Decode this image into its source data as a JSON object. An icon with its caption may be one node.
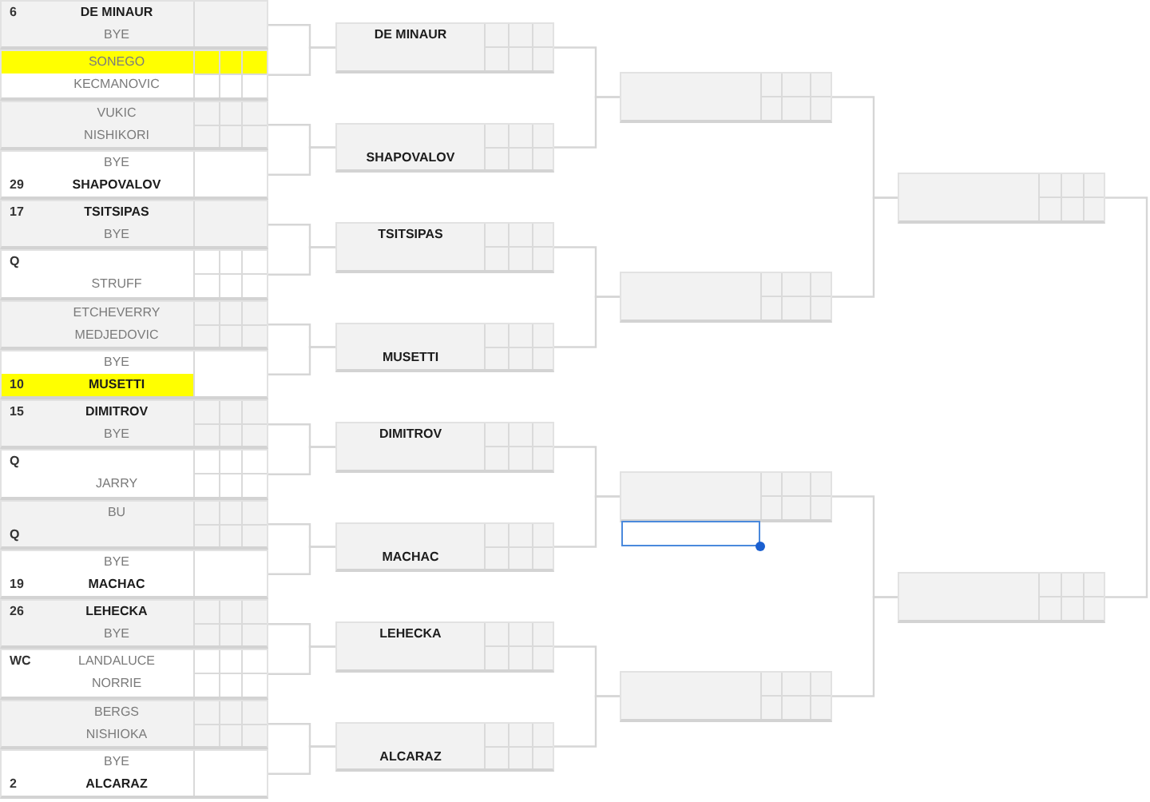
{
  "diagram": {
    "nodes": [
      {
        "text": [
          "6",
          "DE MINAUR",
          "BYE"
        ]
      },
      {
        "text": [
          "SONEGO",
          "KECMANOVIC"
        ]
      },
      {
        "text": [
          "VUKIC",
          "NISHIKORI"
        ]
      },
      {
        "text": [
          "BYE",
          "29",
          "SHAPOVALOV"
        ]
      },
      {
        "text": [
          "17",
          "TSITSIPAS",
          "BYE"
        ]
      },
      {
        "text": [
          "Q",
          "STRUFF"
        ]
      },
      {
        "text": [
          "ETCHEVERRY",
          "MEDJEDOVIC"
        ]
      },
      {
        "text": [
          "BYE",
          "10",
          "MUSETTI"
        ]
      },
      {
        "text": [
          "15",
          "DIMITROV",
          "BYE"
        ]
      },
      {
        "text": [
          "Q",
          "JARRY"
        ]
      },
      {
        "text": [
          "BU",
          "Q"
        ]
      },
      {
        "text": [
          "BYE",
          "19",
          "MACHAC"
        ]
      },
      {
        "text": [
          "26",
          "LEHECKA",
          "BYE"
        ]
      },
      {
        "text": [
          "WC",
          "LANDALUCE",
          "NORRIE"
        ]
      },
      {
        "text": [
          "BERGS",
          "NISHIOKA"
        ]
      },
      {
        "text": [
          "BYE",
          "2",
          "ALCARAZ"
        ]
      },
      {
        "text": [
          "DE MINAUR"
        ]
      },
      {
        "text": [
          "SHAPOVALOV"
        ]
      },
      {
        "text": [
          "TSITSIPAS"
        ]
      },
      {
        "text": [
          "MUSETTI"
        ]
      },
      {
        "text": [
          "DIMITROV"
        ]
      },
      {
        "text": [
          "MACHAC"
        ]
      },
      {
        "text": [
          "LEHECKA"
        ]
      },
      {
        "text": [
          "ALCARAZ"
        ]
      },
      {
        "text": [],
        "shape": "box"
      },
      {
        "text": [],
        "shape": "box"
      },
      {
        "text": [],
        "shape": "box"
      },
      {
        "text": [],
        "shape": "box"
      },
      {
        "text": [],
        "shape": "box"
      },
      {
        "text": [],
        "shape": "box"
      }
    ],
    "edges": [
      {
        "from": 0,
        "to": 16,
        "arrow": "none"
      },
      {
        "from": 1,
        "to": 16,
        "arrow": "none"
      },
      {
        "from": 2,
        "to": 17,
        "arrow": "none"
      },
      {
        "from": 3,
        "to": 17,
        "arrow": "none"
      },
      {
        "from": 4,
        "to": 18,
        "arrow": "none"
      },
      {
        "from": 5,
        "to": 18,
        "arrow": "none"
      },
      {
        "from": 6,
        "to": 19,
        "arrow": "none"
      },
      {
        "from": 7,
        "to": 19,
        "arrow": "none"
      },
      {
        "from": 8,
        "to": 20,
        "arrow": "none"
      },
      {
        "from": 9,
        "to": 20,
        "arrow": "none"
      },
      {
        "from": 10,
        "to": 21,
        "arrow": "none"
      },
      {
        "from": 11,
        "to": 21,
        "arrow": "none"
      },
      {
        "from": 12,
        "to": 22,
        "arrow": "none"
      },
      {
        "from": 13,
        "to": 22,
        "arrow": "none"
      },
      {
        "from": 14,
        "to": 23,
        "arrow": "none"
      },
      {
        "from": 15,
        "to": 23,
        "arrow": "none"
      },
      {
        "from": 16,
        "to": 24,
        "arrow": "none"
      },
      {
        "from": 17,
        "to": 24,
        "arrow": "none"
      },
      {
        "from": 18,
        "to": 25,
        "arrow": "none"
      },
      {
        "from": 19,
        "to": 25,
        "arrow": "none"
      },
      {
        "from": 20,
        "to": 26,
        "arrow": "none"
      },
      {
        "from": 21,
        "to": 26,
        "arrow": "none"
      },
      {
        "from": 22,
        "to": 27,
        "arrow": "none"
      },
      {
        "from": 23,
        "to": 27,
        "arrow": "none"
      },
      {
        "from": 24,
        "to": 28,
        "arrow": "none"
      },
      {
        "from": 25,
        "to": 28,
        "arrow": "none"
      },
      {
        "from": 26,
        "to": 29,
        "arrow": "none"
      },
      {
        "from": 27,
        "to": 29,
        "arrow": "none"
      },
      {
        "from": 28,
        "to": 29,
        "arrow": "none"
      }
    ]
  }
}
